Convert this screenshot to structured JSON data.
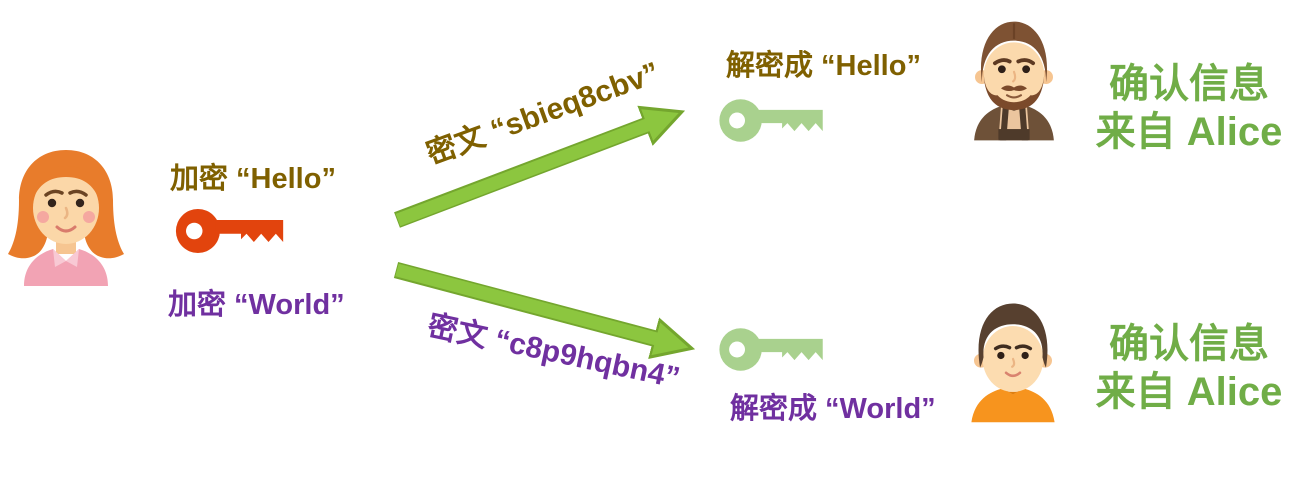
{
  "sender": {
    "name": "Alice",
    "encrypt_hello_label": "加密 “Hello”",
    "encrypt_world_label": "加密 “World”"
  },
  "messages": {
    "top_ciphertext_label": "密文 “sbieq8cbv”",
    "bottom_ciphertext_label": "密文 “c8p9hqbn4”"
  },
  "receiver_top": {
    "decrypt_label": "解密成 “Hello”",
    "confirm_line1": "确认信息",
    "confirm_line2": "来自 Alice"
  },
  "receiver_bottom": {
    "decrypt_label": "解密成 “World”",
    "confirm_line1": "确认信息",
    "confirm_line2": "来自 Alice"
  },
  "icons": {
    "sender_key": "red-key-icon",
    "receiver_key_top": "green-key-icon",
    "receiver_key_bottom": "green-key-icon",
    "arrow_top": "green-arrow-up-right",
    "arrow_bottom": "green-arrow-down-right"
  },
  "colors": {
    "olive_text": "#7F6000",
    "purple_text": "#7030A0",
    "confirm_green_text": "#70AD47",
    "arrow_fill": "#8CC63F",
    "arrow_outline": "#74A62E",
    "sender_key": "#E2440D",
    "receiver_key": "#A9D18E"
  }
}
